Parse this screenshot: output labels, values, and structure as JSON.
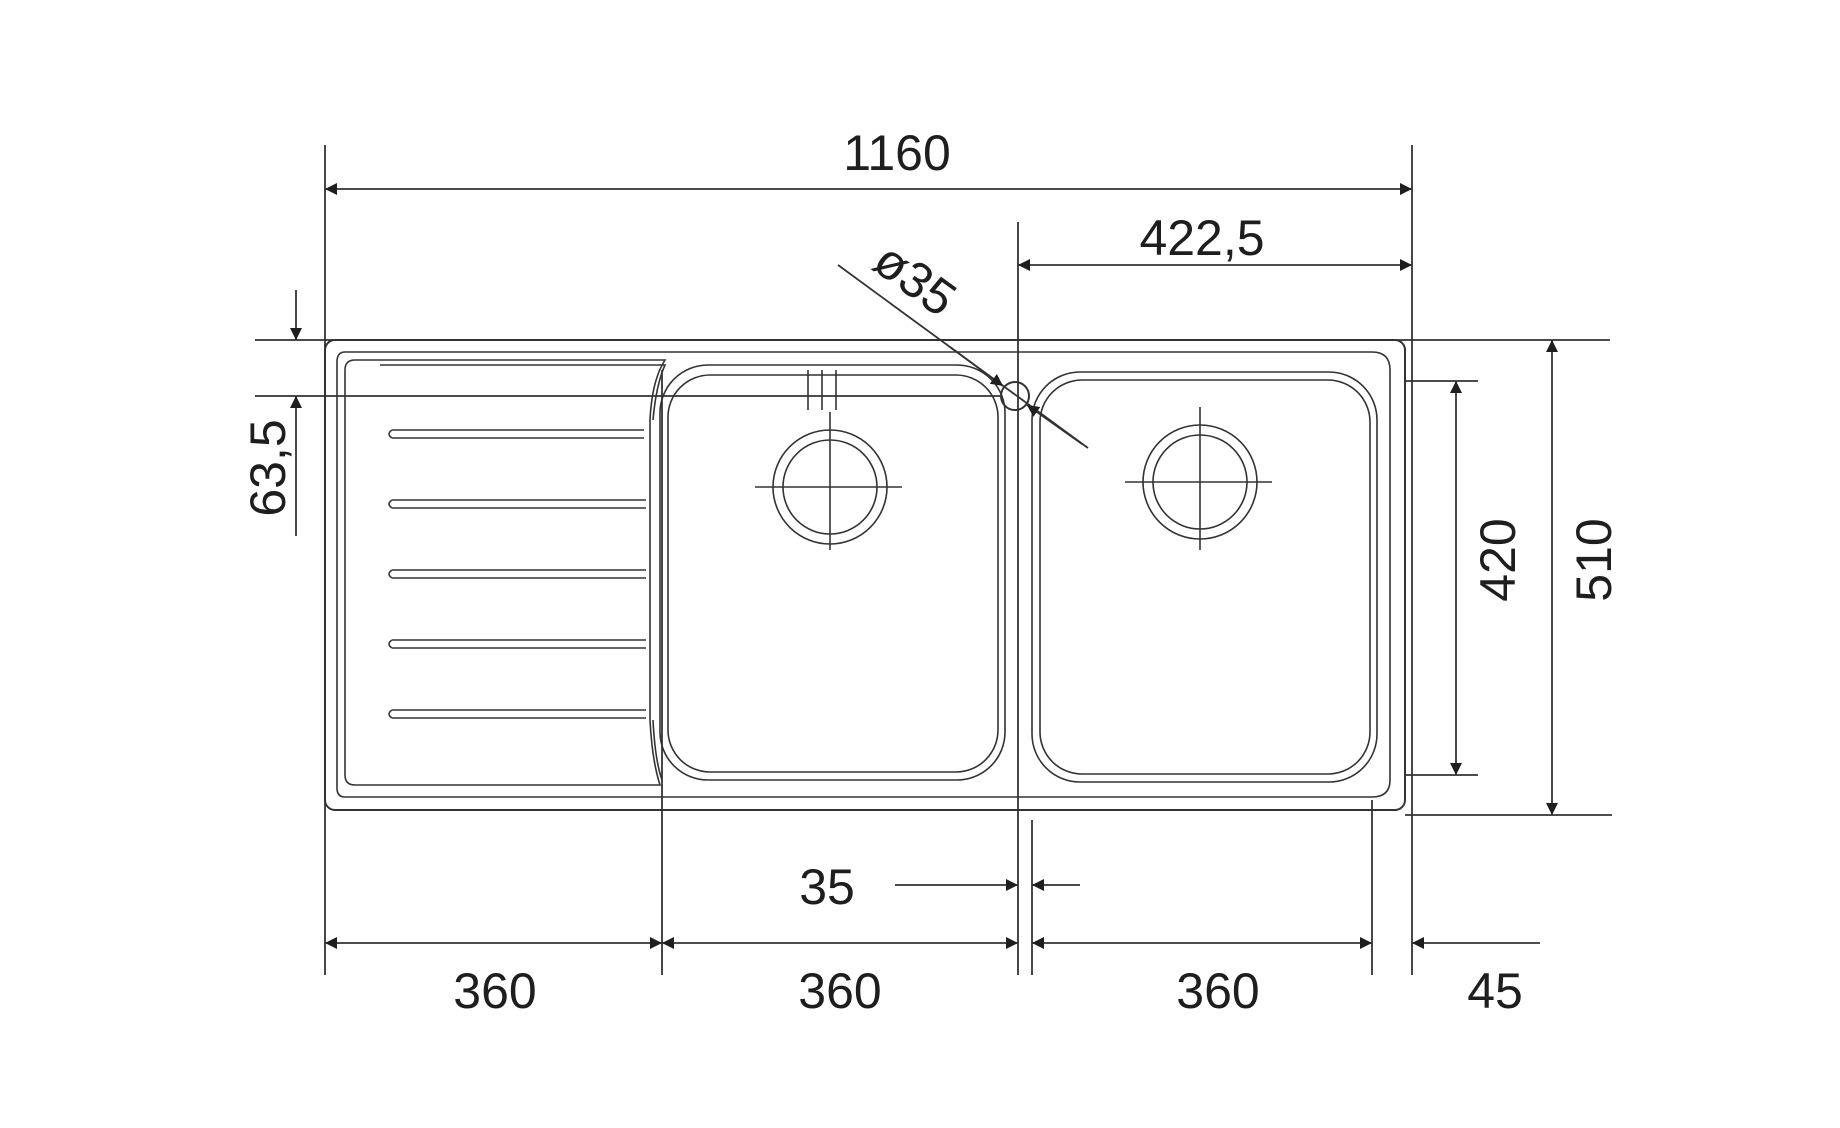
{
  "dimensions": {
    "overall_width": "1160",
    "tap_hole_offset": "422,5",
    "tap_hole_diameter": "ø35",
    "front_edge_to_tap": "63,5",
    "bowl_depth": "420",
    "overall_depth": "510",
    "bowl_gap": "35",
    "drainer_width": "360",
    "left_bowl_width": "360",
    "right_bowl_width": "360",
    "right_edge": "45"
  },
  "colors": {
    "line": "#333333",
    "text": "#1e1e1e",
    "background": "#ffffff"
  }
}
